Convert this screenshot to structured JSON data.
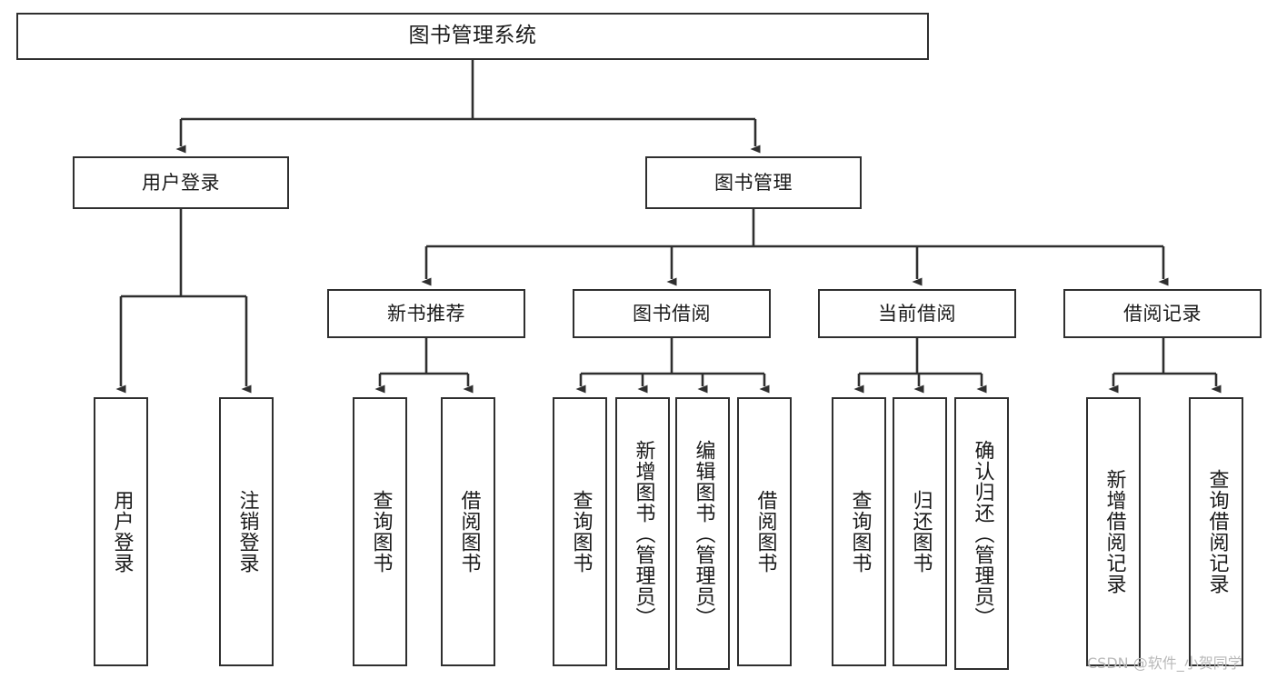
{
  "diagram": {
    "title": "图书管理系统",
    "type": "functional-structure-tree",
    "background": "#ffffff",
    "box_border_color": "#2f2f2f",
    "connector_color": "#2f2f2f"
  },
  "root": {
    "label": "图书管理系统"
  },
  "level2": [
    {
      "label": "用户登录"
    },
    {
      "label": "图书管理"
    }
  ],
  "level3": [
    {
      "label": "新书推荐"
    },
    {
      "label": "图书借阅"
    },
    {
      "label": "当前借阅"
    },
    {
      "label": "借阅记录"
    }
  ],
  "leaves": {
    "user_login": [
      {
        "label": "用户登录"
      },
      {
        "label": "注销登录"
      }
    ],
    "new_book": [
      {
        "label": "查询图书"
      },
      {
        "label": "借阅图书"
      }
    ],
    "borrow_book": [
      {
        "label": "查询图书"
      },
      {
        "label": "新增图书（管理员）"
      },
      {
        "label": "编辑图书（管理员）"
      },
      {
        "label": "借阅图书"
      }
    ],
    "current_borrow": [
      {
        "label": "查询图书"
      },
      {
        "label": "归还图书"
      },
      {
        "label": "确认归还（管理员）"
      }
    ],
    "borrow_record": [
      {
        "label": "新增借阅记录"
      },
      {
        "label": "查询借阅记录"
      }
    ]
  },
  "watermark": {
    "text": "CSDN @软件_小贺同学"
  }
}
